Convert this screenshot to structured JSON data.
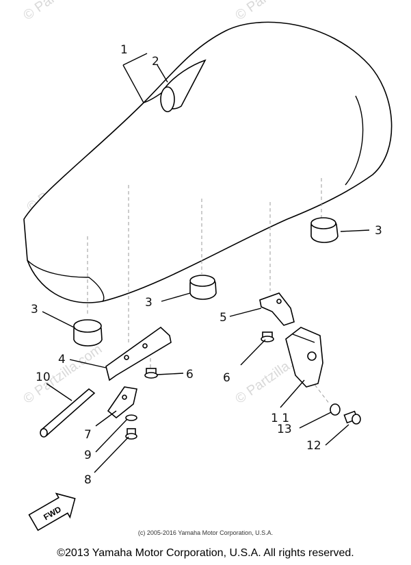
{
  "watermark": "© Partzilla.com",
  "callouts": {
    "c1": "1",
    "c2": "2",
    "c3a": "3",
    "c3b": "3",
    "c3c": "3",
    "c4": "4",
    "c5": "5",
    "c6a": "6",
    "c6b": "6",
    "c7": "7",
    "c8": "8",
    "c9": "9",
    "c10": "10",
    "c11": "1 1",
    "c12": "12",
    "c13": "13"
  },
  "fwd_label": "FWD",
  "small_copyright": "(c) 2005-2016 Yamaha Motor Corporation, U.S.A.",
  "footer": "©2013 Yamaha Motor Corporation, U.S.A. All rights reserved."
}
